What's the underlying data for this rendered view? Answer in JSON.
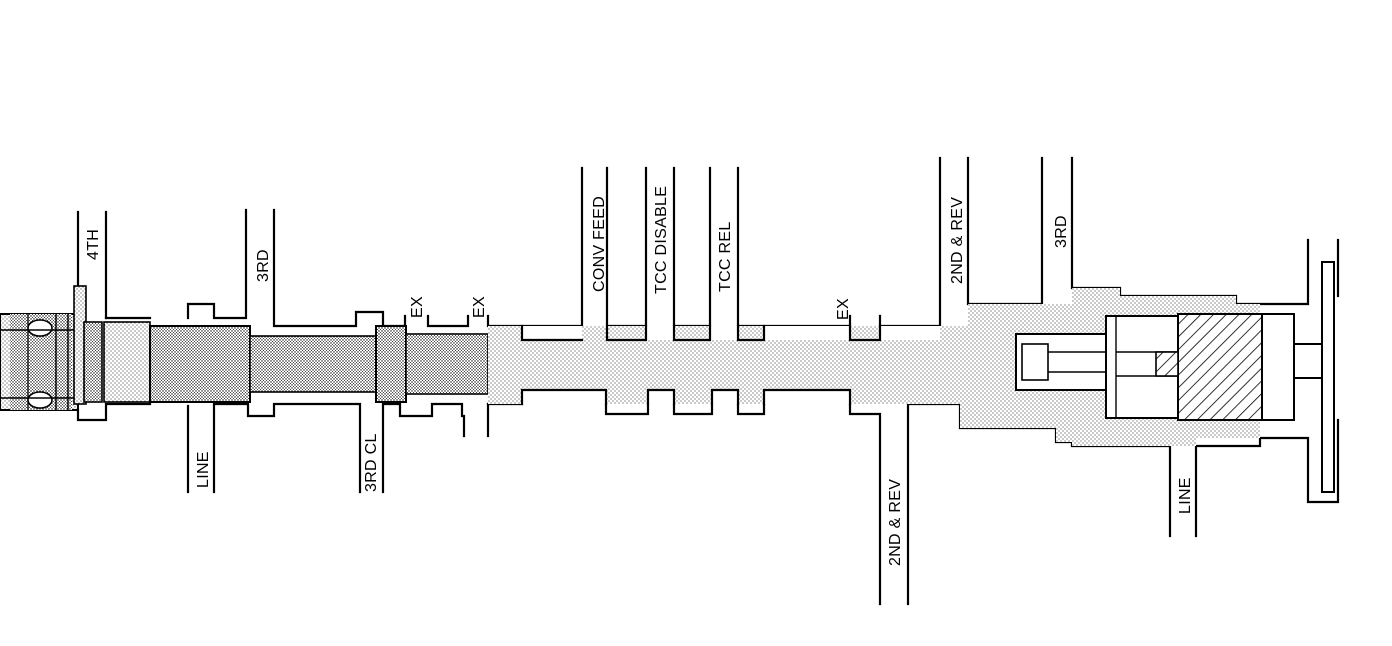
{
  "diagram": {
    "labels": {
      "fourth": "4TH",
      "third_top_left": "3RD",
      "ex_1": "EX",
      "ex_2": "EX",
      "conv_feed": "CONV FEED",
      "tcc_disable": "TCC DISABLE",
      "tcc_rel": "TCC REL",
      "ex_3": "EX",
      "second_rev_top": "2ND & REV",
      "third_top_right": "3RD",
      "line_bottom_left": "LINE",
      "third_cl": "3RD CL",
      "second_rev_bottom": "2ND & REV",
      "line_bottom_right": "LINE"
    },
    "colors": {
      "ink": "#000000",
      "paper": "#ffffff",
      "stipple": "#000000"
    }
  }
}
